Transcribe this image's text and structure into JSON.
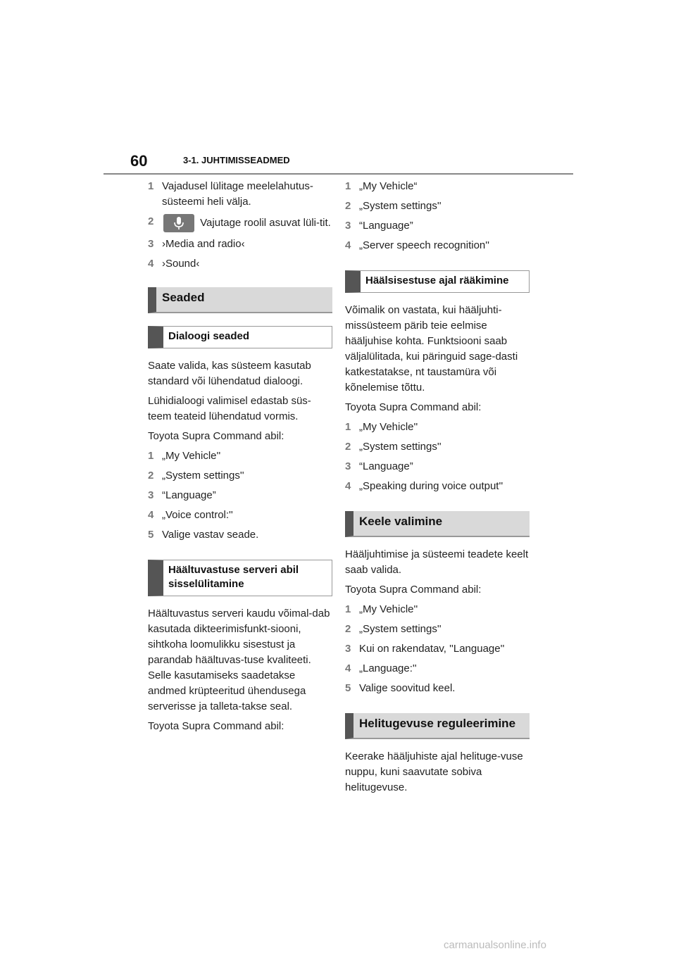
{
  "header": {
    "page_number": "60",
    "chapter": "3-1. JUHTIMISSEADMED"
  },
  "left": {
    "intro_steps": [
      {
        "n": "1",
        "text": "Vajadusel lülitage meelelahutus-süsteemi heli välja."
      },
      {
        "n": "2",
        "text": " Vajutage roolil asuvat lüli-tit."
      },
      {
        "n": "3",
        "text": "›Media and radio‹"
      },
      {
        "n": "4",
        "text": "›Sound‹"
      }
    ],
    "section1_title": "Seaded",
    "sub1_title": "Dialoogi seaded",
    "sub1_paras": [
      "Saate valida, kas süsteem kasutab standard või lühendatud dialoogi.",
      "Lühidialoogi valimisel edastab süs-teem teateid lühendatud vormis.",
      "Toyota Supra Command abil:"
    ],
    "sub1_steps": [
      {
        "n": "1",
        "text": "„My Vehicle''"
      },
      {
        "n": "2",
        "text": "„System settings''"
      },
      {
        "n": "3",
        "text": "“Language”"
      },
      {
        "n": "4",
        "text": "„Voice control:''"
      },
      {
        "n": "5",
        "text": "Valige vastav seade."
      }
    ],
    "sub2_title": "Häältuvastuse serveri abil sisselülitamine",
    "sub2_paras": [
      "Häältuvastus serveri kaudu võimal-dab kasutada dikteerimisfunkt-siooni, sihtkoha loomulikku sisestust ja parandab häältuvas-tuse kvaliteeti. Selle kasutamiseks saadetakse andmed krüpteeritud ühendusega serverisse ja talleta-takse seal.",
      "Toyota Supra Command abil:"
    ]
  },
  "right": {
    "server_steps": [
      {
        "n": "1",
        "text": "„My Vehicle“"
      },
      {
        "n": "2",
        "text": "„System settings''"
      },
      {
        "n": "3",
        "text": "“Language”"
      },
      {
        "n": "4",
        "text": "„Server speech recognition''"
      }
    ],
    "sub3_title": "Häälsisestuse ajal rääkimine",
    "sub3_paras": [
      "Võimalik on vastata, kui hääljuhti-missüsteem pärib teie eelmise hääljuhise kohta. Funktsiooni saab väljalülitada, kui päringuid sage-dasti katkestatakse, nt taustamüra või kõnelemise tõttu.",
      "Toyota Supra Command abil:"
    ],
    "sub3_steps": [
      {
        "n": "1",
        "text": "„My Vehicle''"
      },
      {
        "n": "2",
        "text": "„System settings''"
      },
      {
        "n": "3",
        "text": "“Language”"
      },
      {
        "n": "4",
        "text": "„Speaking during voice output''"
      }
    ],
    "section2_title": "Keele valimine",
    "section2_paras": [
      "Hääljuhtimise ja süsteemi teadete keelt saab valida.",
      "Toyota Supra Command abil:"
    ],
    "section2_steps": [
      {
        "n": "1",
        "text": "„My Vehicle''"
      },
      {
        "n": "2",
        "text": "„System settings''"
      },
      {
        "n": "3",
        "text": "Kui on rakendatav, ''Language''"
      },
      {
        "n": "4",
        "text": "„Language:''"
      },
      {
        "n": "5",
        "text": "Valige soovitud keel."
      }
    ],
    "section3_title": "Helitugevuse reguleerimine",
    "section3_paras": [
      "Keerake hääljuhiste ajal helituge-vuse nuppu, kuni saavutate sobiva helitugevuse."
    ]
  },
  "watermark": "carmanualsonline.info",
  "icons": {
    "voice_button": "microphone-icon"
  },
  "colors": {
    "heading_bar": "#555555",
    "heading_bg": "#d9d9d9",
    "step_number": "#777777"
  }
}
